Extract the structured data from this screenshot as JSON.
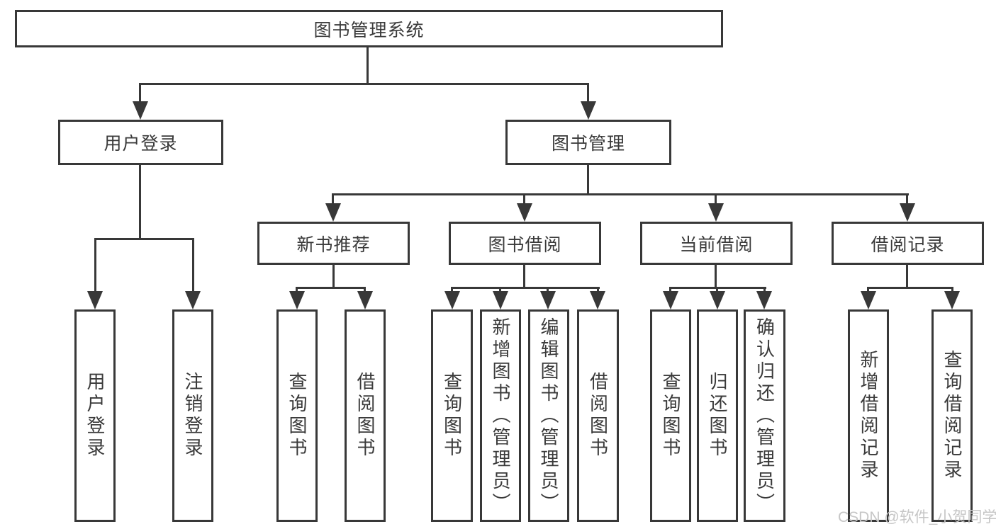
{
  "watermark": "CSDN @软件_小贺同学",
  "colors": {
    "line": "#383838",
    "text": "#3a3a3a",
    "background": "#ffffff",
    "watermark": "#c6c6c6"
  },
  "tree": {
    "root": {
      "label": "图书管理系统"
    },
    "level1": [
      {
        "label": "用户登录",
        "children": [
          {
            "label": "用户登录"
          },
          {
            "label": "注销登录"
          }
        ]
      },
      {
        "label": "图书管理",
        "children": [
          {
            "label": "新书推荐",
            "children": [
              {
                "label": "查询图书"
              },
              {
                "label": "借阅图书"
              }
            ]
          },
          {
            "label": "图书借阅",
            "children": [
              {
                "label": "查询图书"
              },
              {
                "label": "新增图书（管理员）"
              },
              {
                "label": "编辑图书（管理员）"
              },
              {
                "label": "借阅图书"
              }
            ]
          },
          {
            "label": "当前借阅",
            "children": [
              {
                "label": "查询图书"
              },
              {
                "label": "归还图书"
              },
              {
                "label": "确认归还（管理员）"
              }
            ]
          },
          {
            "label": "借阅记录",
            "children": [
              {
                "label": "新增借阅记录"
              },
              {
                "label": "查询借阅记录"
              }
            ]
          }
        ]
      }
    ]
  }
}
